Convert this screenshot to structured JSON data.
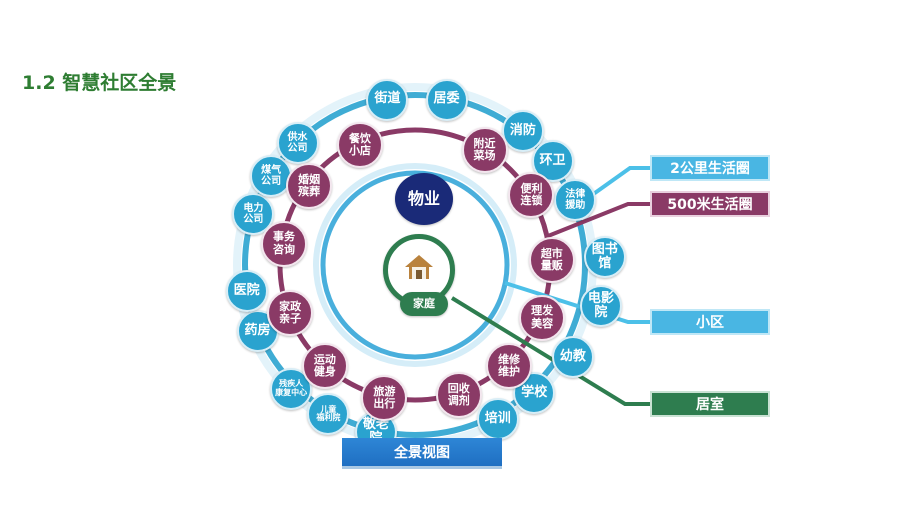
{
  "title": "1.2 智慧社区全景",
  "center": {
    "label": "家庭"
  },
  "property": {
    "label": "物业"
  },
  "outer_ring": [
    "街道",
    "居委",
    "消防",
    "环卫",
    "法律\n援助",
    "图书馆",
    "电影院",
    "幼教",
    "学校",
    "培训",
    "敬老院",
    "儿童\n福利院",
    "残疾人\n康复中心",
    "药房",
    "医院",
    "电力\n公司",
    "煤气\n公司",
    "供水\n公司"
  ],
  "middle_ring": [
    "附近\n菜场",
    "便利\n连锁",
    "超市\n量贩",
    "理发\n美容",
    "维修\n维护",
    "回收\n调剂",
    "旅游\n出行",
    "运动\n健身",
    "家政\n亲子",
    "事务\n咨询",
    "婚姻\n殡葬",
    "餐饮\n小店"
  ],
  "legend": {
    "two_km": "2公里生活圈",
    "five_hundred_m": "500米生活圈",
    "community": "小区",
    "home": "居室"
  },
  "banner": "全景视图",
  "colors": {
    "outer": "#2aa3cf",
    "middle": "#8a3a66",
    "inner": "#2aa3cf",
    "home": "#2e7d4f",
    "property": "#1a2a78",
    "title": "#2e7d32"
  }
}
